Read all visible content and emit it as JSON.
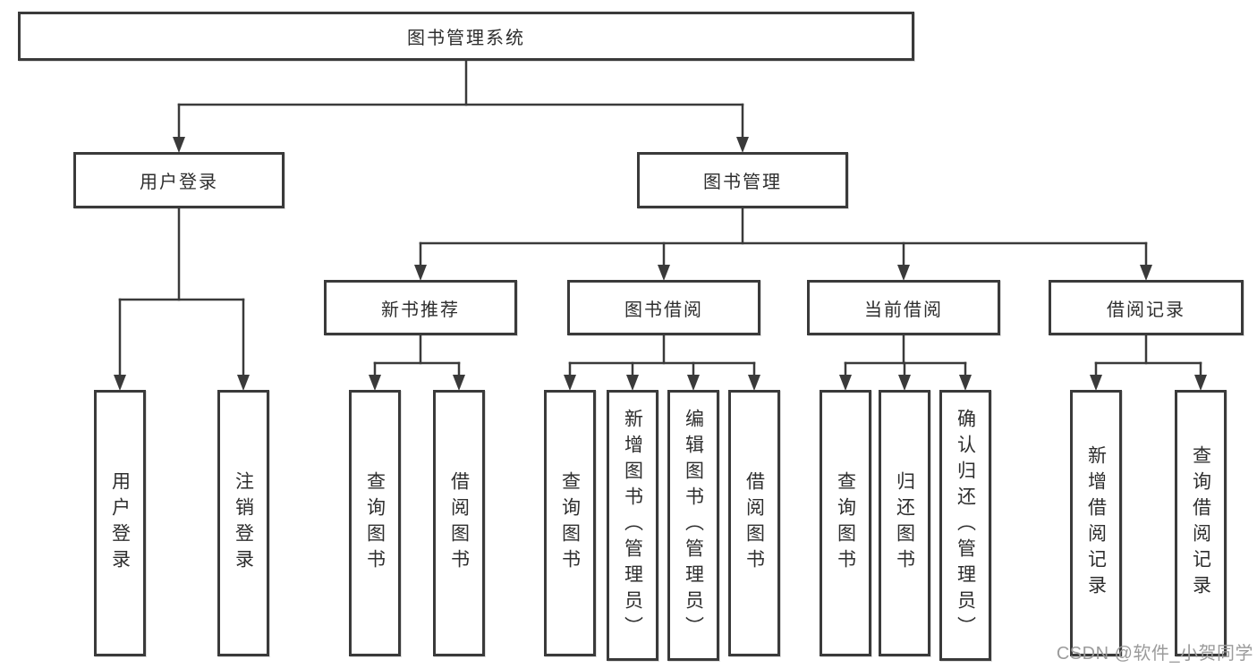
{
  "root": {
    "label": "图书管理系统"
  },
  "tree": {
    "login": {
      "label": "用户登录",
      "children": [
        {
          "label": "用户登录"
        },
        {
          "label": "注销登录"
        }
      ]
    },
    "mgmt": {
      "label": "图书管理",
      "children": [
        {
          "label": "新书推荐",
          "children": [
            {
              "label": "查询图书"
            },
            {
              "label": "借阅图书"
            }
          ]
        },
        {
          "label": "图书借阅",
          "children": [
            {
              "label": "查询图书"
            },
            {
              "label": "新增图书（管理员）"
            },
            {
              "label": "编辑图书（管理员）"
            },
            {
              "label": "借阅图书"
            }
          ]
        },
        {
          "label": "当前借阅",
          "children": [
            {
              "label": "查询图书"
            },
            {
              "label": "归还图书"
            },
            {
              "label": "确认归还（管理员）"
            }
          ]
        },
        {
          "label": "借阅记录",
          "children": [
            {
              "label": "新增借阅记录"
            },
            {
              "label": "查询借阅记录"
            }
          ]
        }
      ]
    }
  },
  "watermark": {
    "text": "CSDN @软件_小贺同学"
  },
  "colors": {
    "line": "#3a3a3a",
    "box_border": "#3a3a3a",
    "text": "#2e2e2e",
    "watermark": "#9b9b9b",
    "background": "#ffffff"
  }
}
